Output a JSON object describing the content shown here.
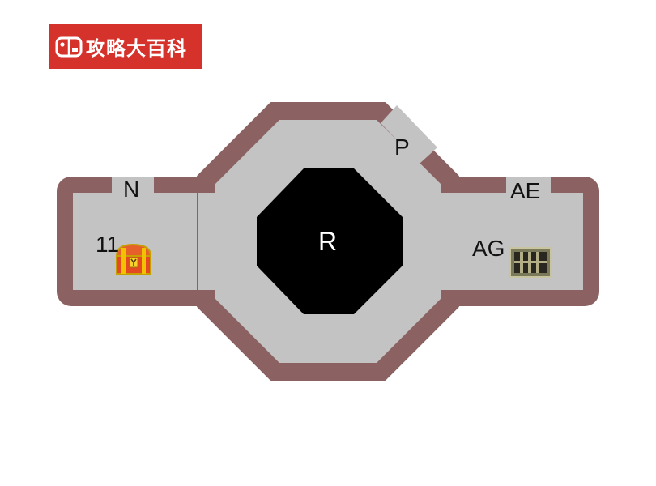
{
  "brand": {
    "name": "攻略大百科",
    "color": "#d6322c",
    "icon": "gamepad-icon"
  },
  "map": {
    "colors": {
      "wall": "#8b6161",
      "floor": "#c3c3c3",
      "void": "#000000",
      "background": "#ffffff"
    },
    "labels": {
      "west_door": "N",
      "north_east_door": "P",
      "east_door": "AE",
      "center": "R",
      "chest": "11",
      "cell": "AG"
    },
    "markers": {
      "chest_icon": "treasure-chest-icon",
      "cell_icon": "barred-door-icon"
    }
  }
}
